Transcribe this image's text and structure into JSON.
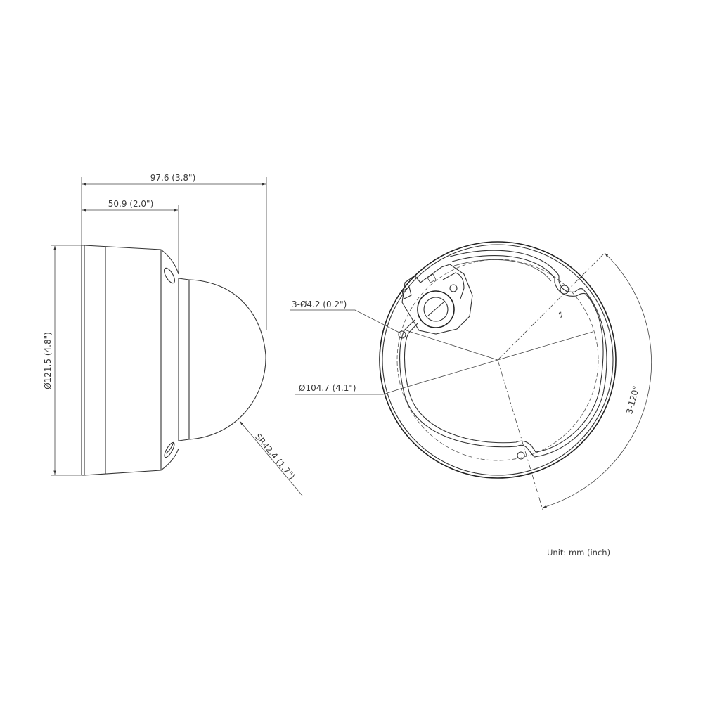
{
  "side_view": {
    "overall_depth": "97.6 (3.8\")",
    "base_depth": "50.9 (2.0\")",
    "diameter": "Ø121.5 (4.8\")",
    "dome_radius": "SR42.4 (1.7\")"
  },
  "bottom_view": {
    "hole_spec": "3-Ø4.2 (0.2\")",
    "hole_circle_diameter": "Ø104.7 (4.1\")",
    "angle_spec": "3-120°",
    "small_mark": "↰"
  },
  "footer": {
    "unit_label": "Unit:  mm (inch)"
  },
  "colors": {
    "line": "#333333",
    "text": "#3a3a3a",
    "background": "#ffffff"
  }
}
